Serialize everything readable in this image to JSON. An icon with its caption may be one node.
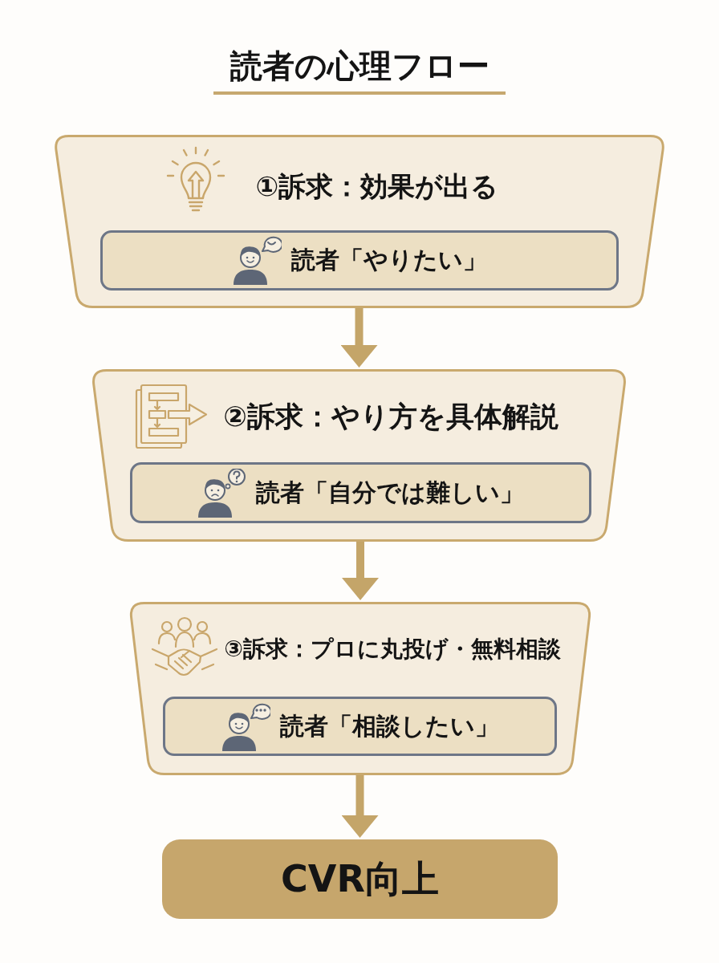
{
  "diagram": {
    "title": "読者の心理フロー",
    "nodes": [
      {
        "text": [
          "①訴求：効果が出る"
        ]
      },
      {
        "text": [
          "読者「やりたい」"
        ],
        "in": 0
      },
      {
        "text": [
          "②訴求：やり方を具体解説"
        ]
      },
      {
        "text": [
          "読者「自分では難しい」"
        ],
        "in": 2
      },
      {
        "text": [
          "③訴求：プロに丸投げ・無料相談"
        ]
      },
      {
        "text": [
          "読者「相談したい」"
        ],
        "in": 4
      },
      {
        "text": [
          "CVR向上"
        ]
      }
    ],
    "edges": [
      {
        "from": 0,
        "to": 2,
        "arrow": "to"
      },
      {
        "from": 2,
        "to": 4,
        "arrow": "to"
      },
      {
        "from": 4,
        "to": 6,
        "arrow": "to"
      }
    ]
  }
}
